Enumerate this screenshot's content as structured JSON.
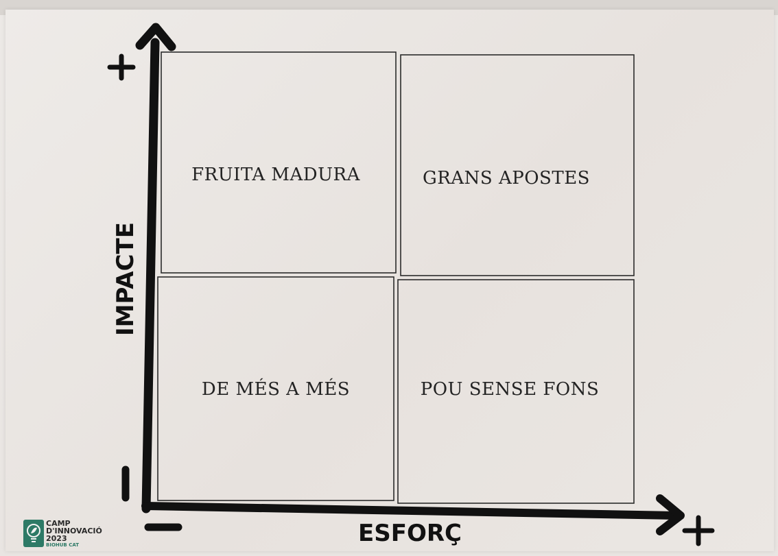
{
  "quadrants": {
    "top_left": "FRUITA MADURA",
    "top_right": "GRANS APOSTES",
    "bottom_left": "DE MÉS A MÉS",
    "bottom_right": "POU SENSE FONS"
  },
  "axes": {
    "y_title": "IMPACTE",
    "x_title": "ESFORÇ",
    "y_high": "+",
    "x_high": "+"
  },
  "logo": {
    "line1": "CAMP",
    "line2": "D'INNOVACIÓ",
    "line3": "2023",
    "line4": "BIOHUB CAT"
  },
  "colors": {
    "ink": "#111111",
    "box_stroke": "#2a2a2a",
    "brand": "#2d7a66"
  }
}
